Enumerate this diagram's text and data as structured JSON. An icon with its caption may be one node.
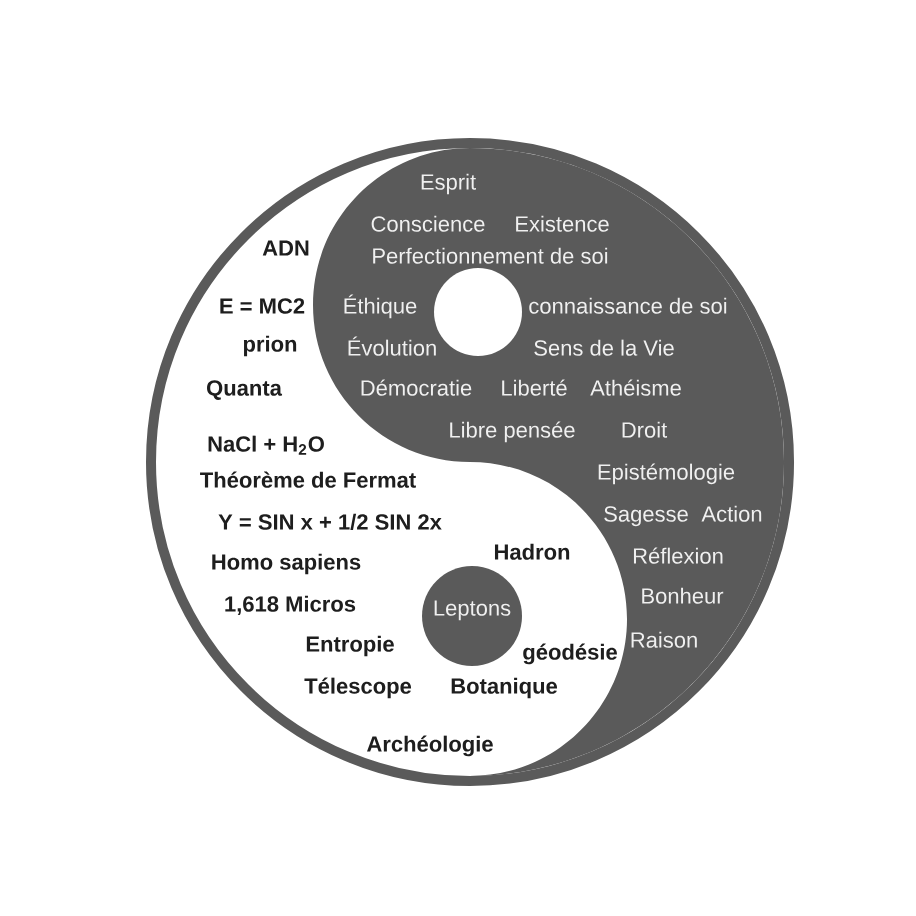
{
  "diagram": {
    "nodes": [
      {
        "text": [
          "Esprit",
          "Conscience",
          "Existence",
          "Perfectionnement de soi",
          "Éthique",
          "connaissance de soi",
          "Évolution",
          "Sens de la Vie",
          "Démocratie",
          "Liberté",
          "Athéisme",
          "Libre pensée",
          "Droit",
          "Epistémologie",
          "Sagesse",
          "Action",
          "Réflexion",
          "Bonheur",
          "Raison"
        ]
      },
      {
        "text": [
          "ADN",
          "E = MC2",
          "prion",
          "Quanta",
          "NaCl + H$_{2}$O",
          "Théorème de Fermat",
          "Y = SIN x + 1/2 SIN 2x",
          "Homo sapiens",
          "Hadron",
          "1,618 Micros",
          "Entropie",
          "géodésie",
          "Télescope",
          "Botanique",
          "Archéologie"
        ]
      },
      {
        "text": [],
        "shape": "circle"
      },
      {
        "text": [
          "Leptons"
        ],
        "in": 1
      }
    ]
  }
}
